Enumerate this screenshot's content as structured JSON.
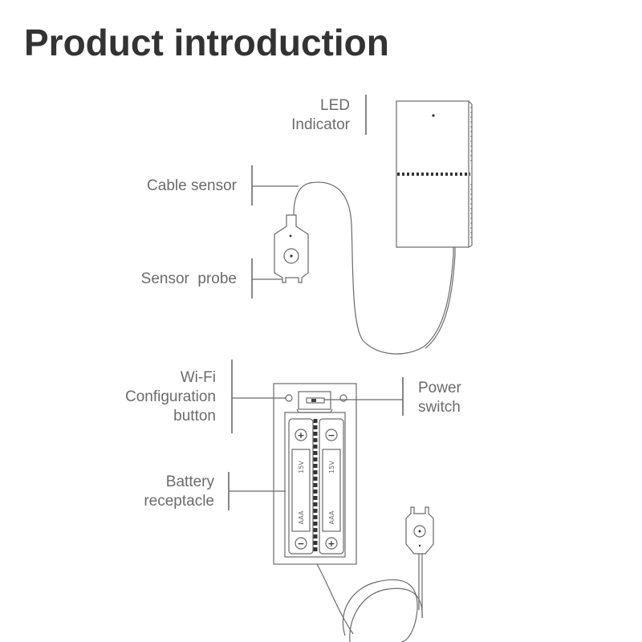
{
  "title": "Product introduction",
  "labels": {
    "led_indicator": [
      "LED",
      "Indicator"
    ],
    "cable_sensor": "Cable sensor",
    "sensor_probe": "Sensor  probe",
    "wifi_button": [
      "Wi-Fi",
      "Configuration",
      "button"
    ],
    "power_switch": [
      "Power",
      "switch"
    ],
    "battery_receptacle": [
      "Battery",
      "receptacle"
    ]
  },
  "battery_marks": {
    "voltage": "15V",
    "type": "AAA",
    "plus": "+",
    "minus": "−"
  },
  "colors": {
    "title": "#333333",
    "label": "#6b6b6b",
    "line": "#6a6a6a"
  }
}
